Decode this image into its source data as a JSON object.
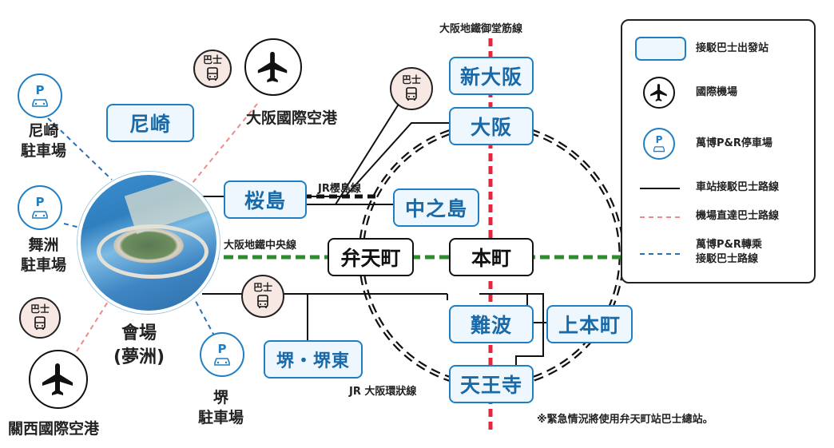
{
  "stations": {
    "amagasaki": "尼崎",
    "sakurajima": "桜島",
    "shin_osaka": "新大阪",
    "osaka": "大阪",
    "nakanoshima": "中之島",
    "bentencho": "弁天町",
    "honmachi": "本町",
    "namba": "難波",
    "uehonmachi": "上本町",
    "tennoji": "天王寺",
    "sakai": "堺・堺東"
  },
  "lines": {
    "midosuji": "大阪地鐵御堂筋線",
    "jr_sakurajima": "JR櫻島線",
    "chuo": "大阪地鐵中央線",
    "jr_loop": "JR 大阪環狀線"
  },
  "places": {
    "itami_airport": "大阪國際空港",
    "kansai_airport": "關西國際空港",
    "venue": "會場\n(夢洲)",
    "amagasaki_parking": "尼崎\n駐車場",
    "maishima_parking": "舞洲\n駐車場",
    "sakai_parking": "堺\n駐車場"
  },
  "badges": {
    "bus_text": "巴士",
    "parking_text": "P"
  },
  "legend": {
    "items": [
      {
        "label": "接駁巴士出發站"
      },
      {
        "label": "國際機場"
      },
      {
        "label": "萬博P&R停車場"
      },
      {
        "label": "車站接駁巴士路線"
      },
      {
        "label": "機場直達巴士路線"
      },
      {
        "label": "萬博P&R轉乘\n接駁巴士路線"
      }
    ]
  },
  "note": "※緊急情況將使用弁天町站巴士總站。",
  "colors": {
    "station_border": "#1f7fc2",
    "station_fill": "#eef7fd",
    "midosuji": "#e3263a",
    "chuo": "#2e8b2e",
    "airport_route": "#ef8a8a",
    "pr_route": "#2a6fb7",
    "shuttle_route": "#111111",
    "bus_badge_fill": "#f8e8e4"
  }
}
